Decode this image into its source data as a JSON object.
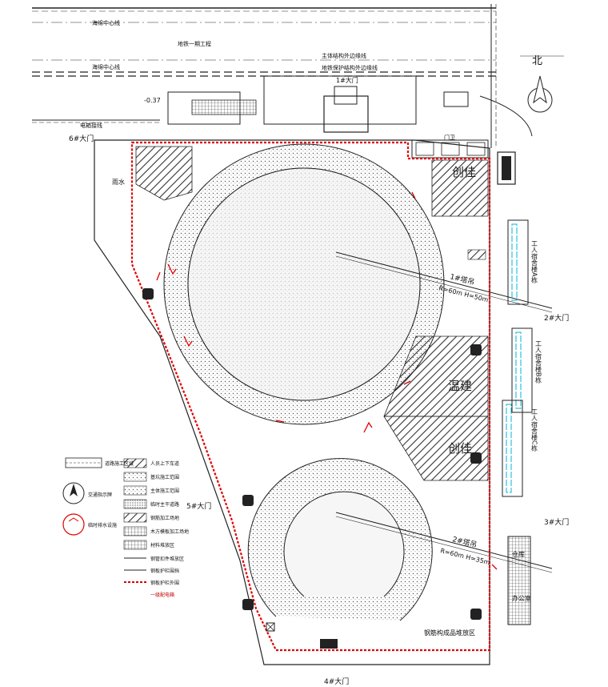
{
  "road": {
    "line_upper": "海绵中心线",
    "line_lower": "海绵中心线",
    "phase1": "地铁一期工程",
    "structure_line": "主体结构外边缘线",
    "boundary_line": "地铁保护结构外边缘线",
    "level": "-0.37",
    "power": "电箱接线"
  },
  "gates": {
    "g1": "1#大门",
    "g2": "2#大门",
    "g3": "3#大门",
    "g4": "4#大门",
    "g5": "5#大门",
    "g6": "6#大门"
  },
  "north": "北",
  "zones": {
    "chuangjia_top": "创佳",
    "chuangjia_mid": "创佳",
    "wenjian": "温建",
    "dorm_a": "工人宿舍楼A栋",
    "dorm_b": "工人宿舍楼B栋",
    "dorm_c": "工人宿舍楼C栋",
    "rebar_area": "钢筋构成品堆放区",
    "storage": "仓库",
    "office": "办公室",
    "control": "门卫",
    "rain_room": "雨水"
  },
  "cranes": {
    "crane1": "1#塔吊",
    "crane1_spec": "R=60m H=50m",
    "crane2": "2#塔吊",
    "crane2_spec": "R=60m H=35m"
  },
  "legend": {
    "items": [
      "道路施工区域",
      "交通指示牌",
      "临时排水设施",
      "人员上下车道",
      "基坑施工范围",
      "主体施工范围",
      "临时主干道路",
      "钢筋加工场地",
      "木方模板加工场地",
      "材料堆放区",
      "钢管扣件堆放区",
      "钢板护栏围挡",
      "钢板护栏外围",
      "一级配电箱"
    ]
  },
  "colors": {
    "line": "#1a1a1a",
    "red": "#e00000",
    "cyan": "#00b7d6"
  }
}
